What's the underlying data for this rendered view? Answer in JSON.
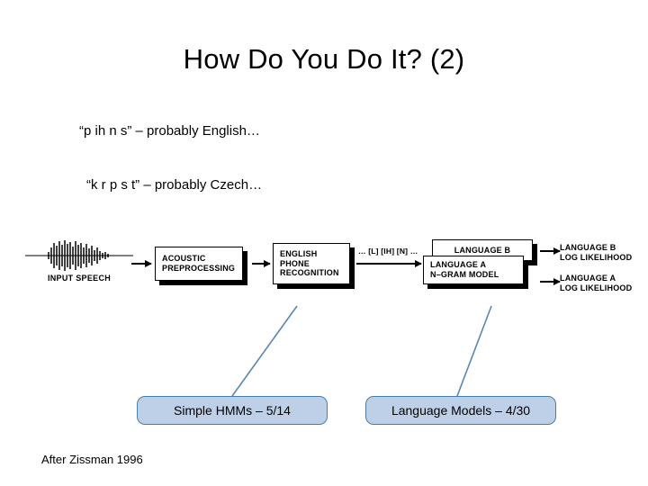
{
  "slide": {
    "title": "How Do You Do It? (2)",
    "bullets": [
      "“p ih n s” – probably English…",
      "“k r p s t” – probably Czech…"
    ],
    "footer": "After Zissman 1996"
  },
  "figure": {
    "input_label": "INPUT SPEECH",
    "blocks": [
      {
        "id": "acoustic",
        "text": "ACOUSTIC\nPREPROCESSING"
      },
      {
        "id": "english-phone",
        "text": "ENGLISH\nPHONE\nRECOGNITION"
      },
      {
        "id": "language-b",
        "text": "LANGUAGE B"
      },
      {
        "id": "language-a",
        "text": "LANGUAGE A\nN–GRAM MODEL"
      }
    ],
    "phone_sequence": "… [L] [IH] [N] …",
    "outputs": [
      {
        "id": "language-b-ll",
        "text": "LANGUAGE B\nLOG LIKELIHOOD"
      },
      {
        "id": "language-a-ll",
        "text": "LANGUAGE A\nLOG LIKELIHOOD"
      }
    ]
  },
  "callouts": [
    {
      "id": "simple-hmms",
      "label": "Simple HMMs – 5/14"
    },
    {
      "id": "language-models",
      "label": "Language Models – 4/30"
    }
  ],
  "colors": {
    "callout_fill": "#bdd0e8",
    "callout_border": "#4f7ba7",
    "connector_line": "#5b86b0",
    "diagram_ink": "#000000",
    "background": "#ffffff"
  }
}
